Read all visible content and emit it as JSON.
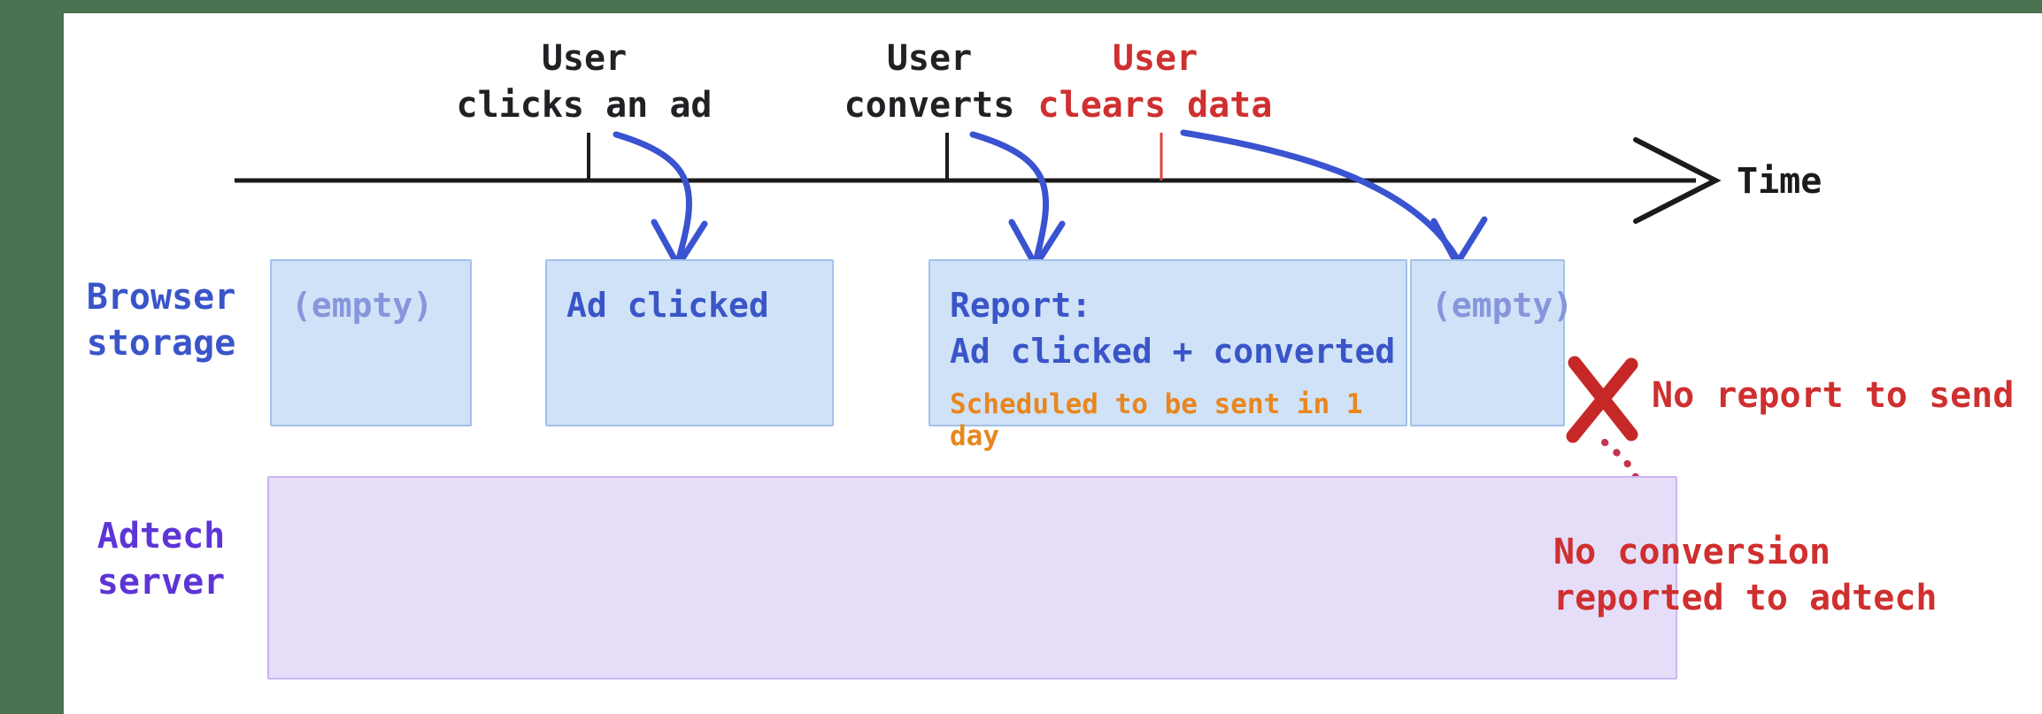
{
  "timeline": {
    "axis_label": "Time",
    "events": [
      {
        "line1": "User",
        "line2": "clicks an ad",
        "color": "black"
      },
      {
        "line1": "User",
        "line2": "converts",
        "color": "black"
      },
      {
        "line1": "User",
        "line2": "clears data",
        "color": "red"
      }
    ]
  },
  "lanes": {
    "browser": {
      "line1": "Browser",
      "line2": "storage"
    },
    "adtech": {
      "line1": "Adtech",
      "line2": "server"
    }
  },
  "storage_boxes": [
    {
      "text": "(empty)",
      "style": "empty"
    },
    {
      "text": "Ad clicked",
      "style": "filled"
    },
    {
      "lines": [
        "Report:",
        "Ad clicked + converted"
      ],
      "note": "Scheduled to be sent in 1 day",
      "style": "filled"
    },
    {
      "text": "(empty)",
      "style": "empty"
    }
  ],
  "annotations": {
    "no_report": "No report to send",
    "no_conversion_line1": "No conversion",
    "no_conversion_line2": "reported to adtech"
  },
  "colors": {
    "frame_green": "#4b7251",
    "ink": "#202124",
    "timeline_black": "#1b1b1b",
    "arrow_blue": "#3a53d0",
    "box_blue_fill": "#d0e2f7",
    "box_blue_border": "#a3c1e9",
    "box_text_blue": "#3a55c8",
    "empty_text": "#8696dc",
    "orange_note": "#e8871f",
    "purple_fill": "#e6ddf9",
    "purple_border": "#c9b5f0",
    "adtech_purple": "#5d35d6",
    "red": "#cf2f2f",
    "red_x": "#c62828",
    "red_tick": "#e04040",
    "dot_red": "#c43352",
    "dot_end": "#ae3a58"
  }
}
